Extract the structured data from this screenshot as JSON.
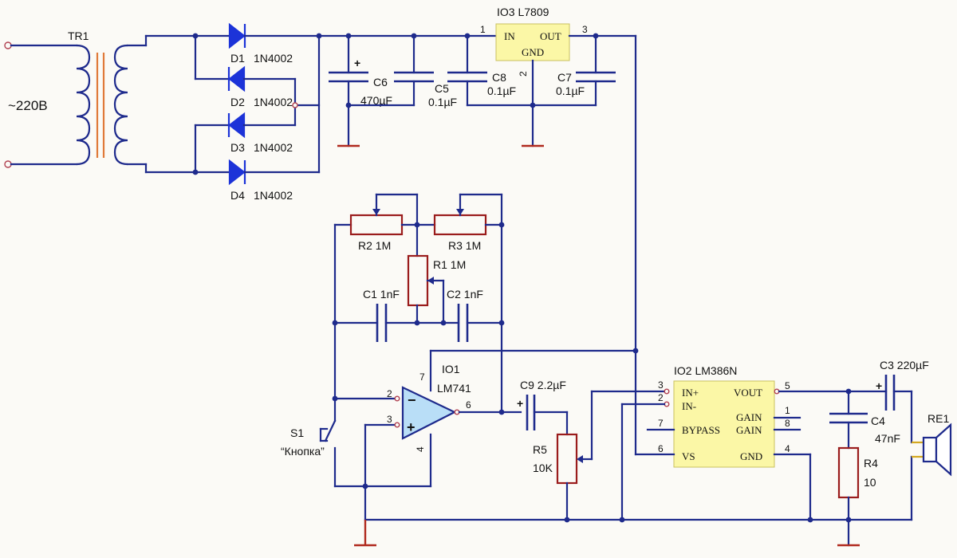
{
  "supply": {
    "mains": "~220B",
    "transformer": "TR1"
  },
  "diodes": [
    {
      "ref": "D1",
      "part": "1N4002"
    },
    {
      "ref": "D2",
      "part": "1N4002"
    },
    {
      "ref": "D3",
      "part": "1N4002"
    },
    {
      "ref": "D4",
      "part": "1N4002"
    }
  ],
  "capacitors": {
    "c6_ref": "C6",
    "c6_val": "470µF",
    "c5_ref": "C5",
    "c5_val": "0.1µF",
    "c8_ref": "C8",
    "c8_val": "0.1µF",
    "c7_ref": "C7",
    "c7_val": "0.1µF",
    "c1": "C1  1nF",
    "c2": "C2  1nF",
    "c9": "C9 2.2µF",
    "c3": "C3 220µF",
    "c4_ref": "C4",
    "c4_val": "47nF"
  },
  "regulator": {
    "title": "IO3  L7809",
    "in": "IN",
    "out": "OUT",
    "gnd": "GND",
    "pin_in": "1",
    "pin_gnd": "2",
    "pin_out": "3"
  },
  "resistors": {
    "r2": "R2  1M",
    "r3": "R3  1M",
    "r1": "R1  1M",
    "r5_ref": "R5",
    "r5_val": "10K",
    "r4_ref": "R4",
    "r4_val": "10"
  },
  "opamp": {
    "ref": "IO1",
    "part": "LM741",
    "pin7": "7",
    "pin2": "2",
    "pin3": "3",
    "pin6": "6",
    "pin4": "4",
    "minus": "−",
    "plus": "+"
  },
  "switch": {
    "ref": "S1",
    "name": "“Кнопка”"
  },
  "amp": {
    "title": "IO2 LM386N",
    "in_plus": "IN+",
    "in_minus": "IN-",
    "bypass": "BYPASS",
    "vs": "VS",
    "vout": "VOUT",
    "gain1": "GAIN",
    "gain2": "GAIN",
    "gnd": "GND",
    "p3": "3",
    "p2": "2",
    "p7": "7",
    "p6": "6",
    "p5": "5",
    "p1": "1",
    "p8": "8",
    "p4": "4"
  },
  "speaker": {
    "ref": "RE1"
  },
  "polarity": "+",
  "colors": {
    "wire": "#1e2a8c",
    "ground": "#b02a1e",
    "resistor": "#9a1c1c",
    "diode": "#1c33d8",
    "ic_fill": "#fbf7a6",
    "opamp_fill": "#b9def7",
    "core": "#e07a3a"
  }
}
